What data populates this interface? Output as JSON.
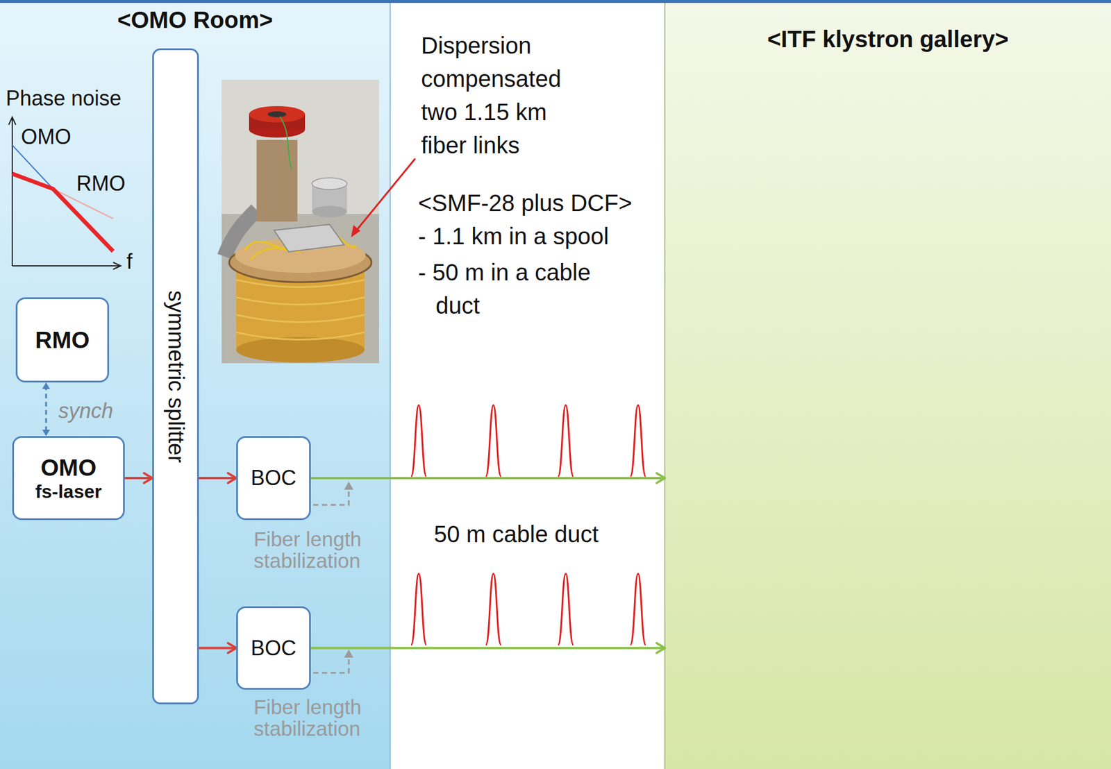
{
  "diagram": {
    "nodes": [
      {
        "text": [
          "<OMO Room>"
        ]
      },
      {
        "text": [
          "<ITF klystron gallery>"
        ]
      },
      {
        "text": [
          "RMO"
        ],
        "in": 0
      },
      {
        "text": [
          "OMO",
          "fs-laser"
        ],
        "in": 0
      },
      {
        "text": [
          "symmetric splitter"
        ],
        "in": 0
      },
      {
        "text": [
          "BOC"
        ],
        "in": 0
      },
      {
        "text": [
          "BOC"
        ],
        "in": 0
      }
    ],
    "edges": [
      {
        "from": 3,
        "to": 2,
        "arrow": "both",
        "label": "synch"
      },
      {
        "from": 3,
        "to": 4,
        "arrow": "to"
      },
      {
        "from": 4,
        "to": 5,
        "arrow": "to"
      },
      {
        "from": 4,
        "to": 6,
        "arrow": "to"
      },
      {
        "from": 5,
        "to": 1,
        "arrow": "to"
      },
      {
        "from": 6,
        "to": 1,
        "arrow": "to"
      }
    ],
    "labels": [
      "Phase noise",
      "OMO",
      "RMO",
      "f",
      "Dispersion compensated two 1.15 km fiber links",
      "<SMF-28 plus DCF>",
      "- 1.1 km in a spool",
      "- 50 m in a cable duct",
      "50 m cable duct",
      "Fiber length stabilization",
      "Fiber length stabilization"
    ]
  }
}
